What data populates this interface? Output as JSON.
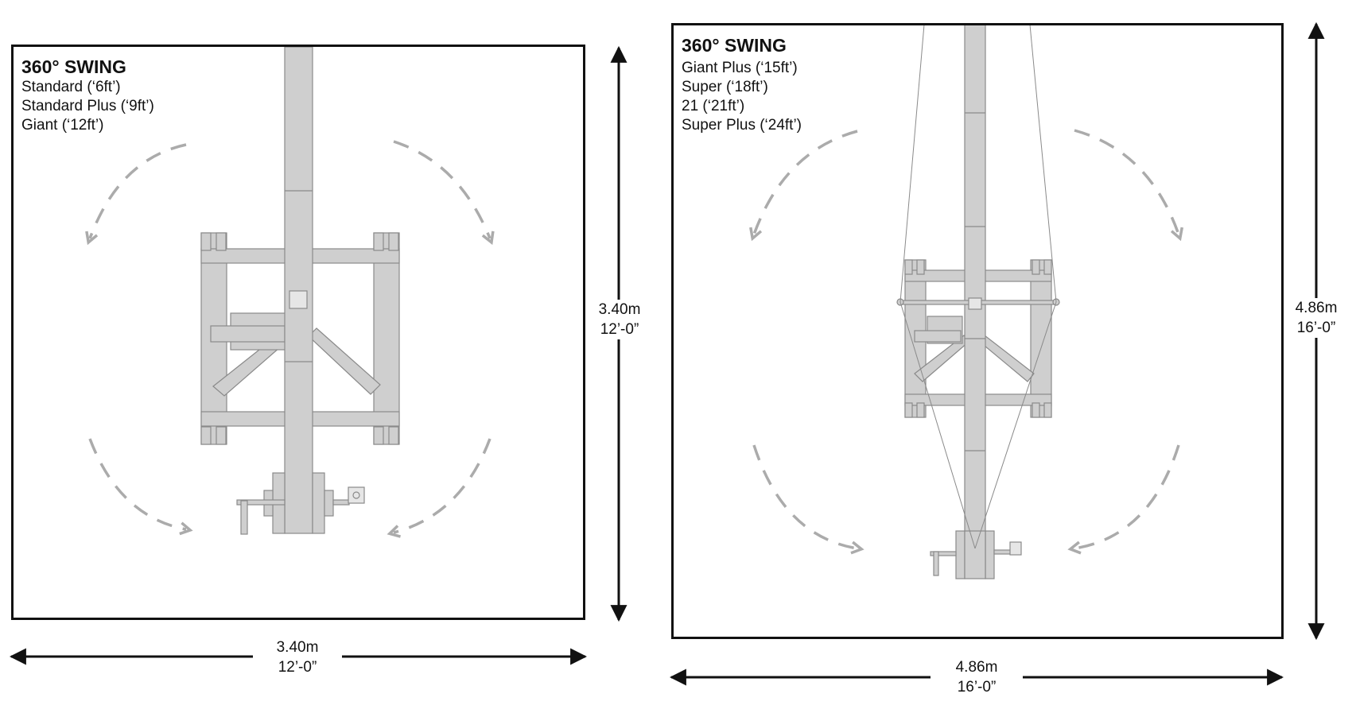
{
  "left_panel": {
    "title": "360° SWING",
    "sizes": [
      "Standard (‘6ft’)",
      "Standard Plus (‘9ft’)",
      "Giant (‘12ft’)"
    ],
    "height_dim": {
      "metric": "3.40m",
      "imperial": "12’-0”"
    },
    "width_dim": {
      "metric": "3.40m",
      "imperial": "12’-0”"
    }
  },
  "right_panel": {
    "title": "360° SWING",
    "sizes": [
      "Giant Plus (‘15ft’)",
      "Super (‘18ft’)",
      "21 (‘21ft’)",
      "Super Plus (‘24ft’)"
    ],
    "height_dim": {
      "metric": "4.86m",
      "imperial": "16’-0”"
    },
    "width_dim": {
      "metric": "4.86m",
      "imperial": "16’-0”"
    }
  },
  "colors": {
    "equipment_fill": "#cfcfcf",
    "equipment_stroke": "#8a8a8a",
    "swing_arrows": "#ababab",
    "frame": "#111111"
  }
}
